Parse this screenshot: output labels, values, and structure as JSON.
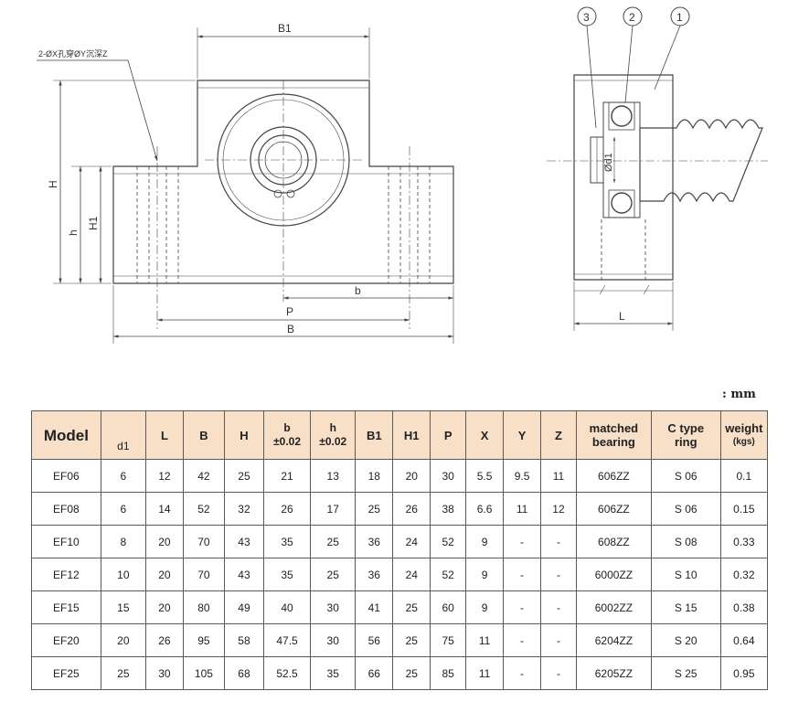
{
  "drawing": {
    "front_view": {
      "callout": "2-ØX孔穿ØY沉深Z",
      "dim_labels": {
        "B1": "B1",
        "H": "H",
        "h": "h",
        "H1": "H1",
        "b": "b",
        "P": "P",
        "B": "B"
      }
    },
    "side_view": {
      "balloons": [
        "3",
        "2",
        "1"
      ],
      "dim_labels": {
        "d1": "Ød1",
        "L": "L"
      }
    }
  },
  "unit_label": ": mm",
  "table": {
    "headers": [
      {
        "key": "model",
        "label": "Model"
      },
      {
        "key": "d1",
        "label": "d1"
      },
      {
        "key": "L",
        "label": "L"
      },
      {
        "key": "B",
        "label": "B"
      },
      {
        "key": "H",
        "label": "H"
      },
      {
        "key": "b",
        "label": "b",
        "tol": "±0.02"
      },
      {
        "key": "h",
        "label": "h",
        "tol": "±0.02"
      },
      {
        "key": "B1",
        "label": "B1"
      },
      {
        "key": "H1",
        "label": "H1"
      },
      {
        "key": "P",
        "label": "P"
      },
      {
        "key": "X",
        "label": "X"
      },
      {
        "key": "Y",
        "label": "Y"
      },
      {
        "key": "Z",
        "label": "Z"
      },
      {
        "key": "bearing",
        "label": "matched",
        "label2": "bearing"
      },
      {
        "key": "ring",
        "label": "C type",
        "label2": "ring"
      },
      {
        "key": "weight",
        "label": "weight",
        "label2": "(kgs)"
      }
    ],
    "rows": [
      [
        "EF06",
        "6",
        "12",
        "42",
        "25",
        "21",
        "13",
        "18",
        "20",
        "30",
        "5.5",
        "9.5",
        "11",
        "606ZZ",
        "S 06",
        "0.1"
      ],
      [
        "EF08",
        "6",
        "14",
        "52",
        "32",
        "26",
        "17",
        "25",
        "26",
        "38",
        "6.6",
        "11",
        "12",
        "606ZZ",
        "S 06",
        "0.15"
      ],
      [
        "EF10",
        "8",
        "20",
        "70",
        "43",
        "35",
        "25",
        "36",
        "24",
        "52",
        "9",
        "-",
        "-",
        "608ZZ",
        "S 08",
        "0.33"
      ],
      [
        "EF12",
        "10",
        "20",
        "70",
        "43",
        "35",
        "25",
        "36",
        "24",
        "52",
        "9",
        "-",
        "-",
        "6000ZZ",
        "S 10",
        "0.32"
      ],
      [
        "EF15",
        "15",
        "20",
        "80",
        "49",
        "40",
        "30",
        "41",
        "25",
        "60",
        "9",
        "-",
        "-",
        "6002ZZ",
        "S 15",
        "0.38"
      ],
      [
        "EF20",
        "20",
        "26",
        "95",
        "58",
        "47.5",
        "30",
        "56",
        "25",
        "75",
        "11",
        "-",
        "-",
        "6204ZZ",
        "S 20",
        "0.64"
      ],
      [
        "EF25",
        "25",
        "30",
        "105",
        "68",
        "52.5",
        "35",
        "66",
        "25",
        "85",
        "11",
        "-",
        "-",
        "6205ZZ",
        "S 25",
        "0.95"
      ]
    ]
  }
}
